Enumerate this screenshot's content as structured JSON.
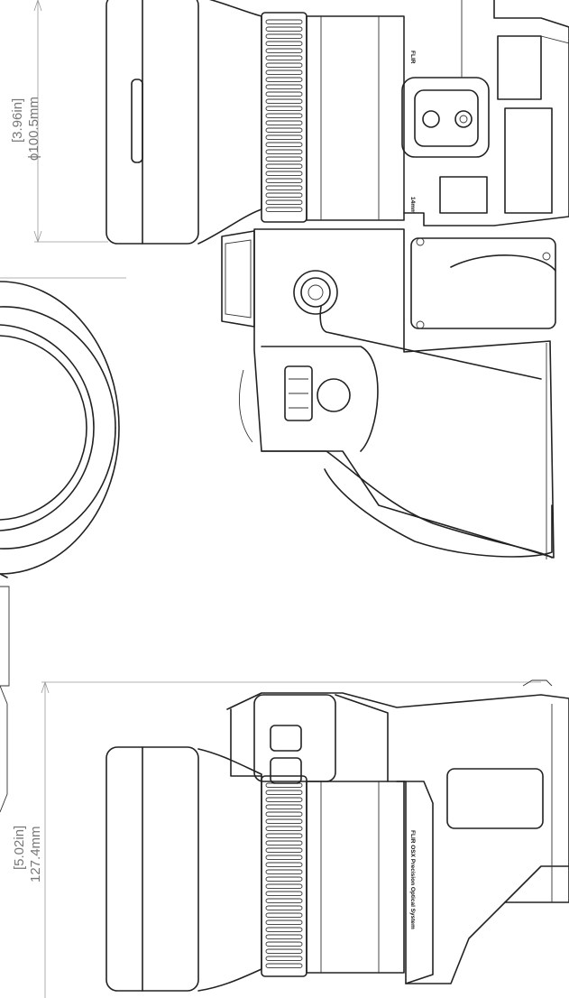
{
  "dimensions": {
    "diameter": {
      "inch": "[3.96in]",
      "mm": "ϕ100.5mm"
    },
    "length": {
      "inch": "[5.02in]",
      "mm": "127.4mm"
    }
  },
  "labels": {
    "side_text": "FLIR OSX Precision Optical System",
    "lens_mark_1": "FLIR",
    "lens_mark_2": "14mm"
  },
  "colors": {
    "line": "#222222",
    "dimension": "#9a9a9a",
    "background": "#ffffff"
  }
}
